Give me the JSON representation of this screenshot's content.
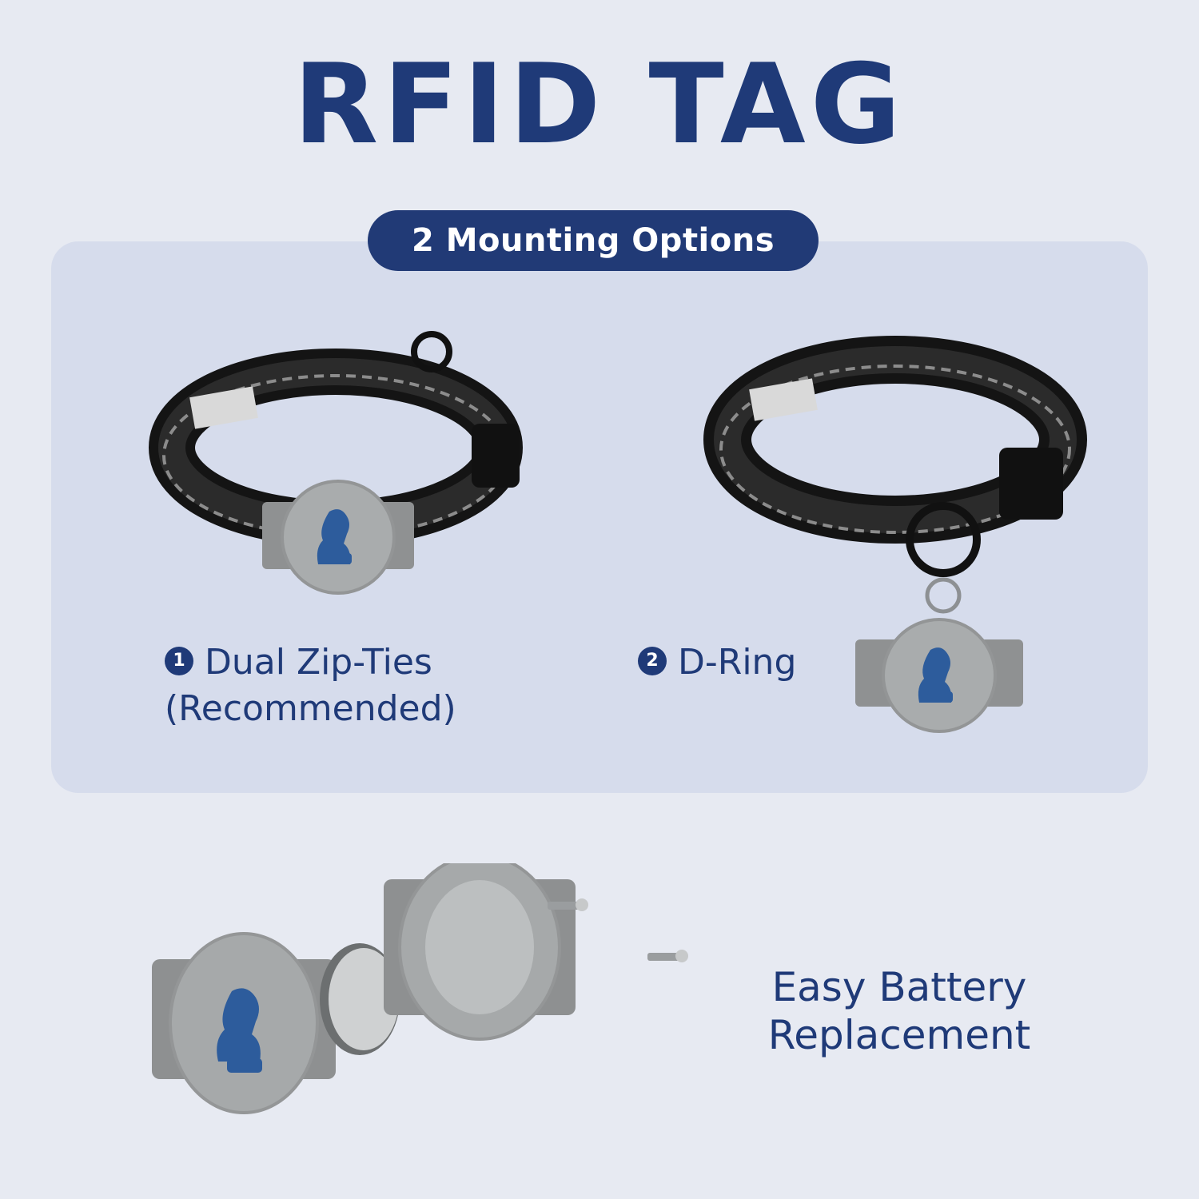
{
  "header": {
    "title": "RFID TAG"
  },
  "badge": {
    "label": "2 Mounting Options"
  },
  "options": [
    {
      "number": "1",
      "line1": "Dual Zip-Ties",
      "line2": "(Recommended)"
    },
    {
      "number": "2",
      "line1": "D-Ring"
    }
  ],
  "battery": {
    "line1": "Easy Battery",
    "line2": "Replacement"
  },
  "colors": {
    "accent": "#1f3a78",
    "panel": "#d6dcec",
    "background": "#e7eaf2",
    "tag_gray": "#a9acad"
  },
  "icons": [
    "pet-logo-icon",
    "collar-illustration",
    "tag-illustration",
    "battery-coin-icon",
    "screw-icon"
  ]
}
